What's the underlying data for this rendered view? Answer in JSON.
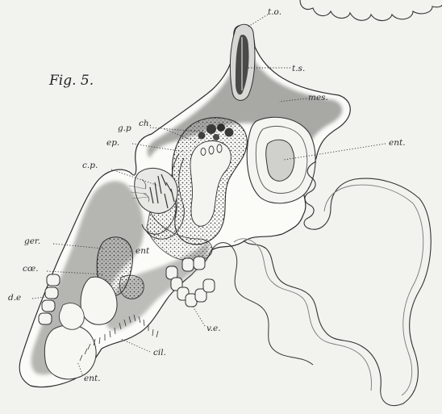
{
  "figure": {
    "title": "Fig. 5."
  },
  "labels": {
    "to": "t.o.",
    "ts": "t.s.",
    "mes": "mes.",
    "ch": "ch.",
    "gp": "g.p",
    "ep": "ep.",
    "cp": "c.p.",
    "ent_right": "ent.",
    "ger": "ger.",
    "ent_inner": "ent",
    "coe": "cœ.",
    "de": "d.e",
    "ve": "v.e.",
    "cil": "cil.",
    "ent_bottom": "ent."
  }
}
